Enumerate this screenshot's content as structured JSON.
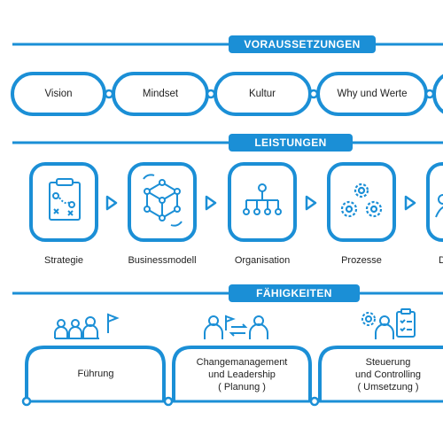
{
  "colors": {
    "primary": "#1b8fd6",
    "text": "#222222",
    "background": "#ffffff"
  },
  "sections": {
    "voraussetzungen": {
      "title": "VORAUSSETZUNGEN",
      "items": [
        "Vision",
        "Mindset",
        "Kultur",
        "Why und Werte"
      ]
    },
    "leistungen": {
      "title": "LEISTUNGEN",
      "items": [
        {
          "label": "Strategie",
          "icon": "clipboard-strategy-icon"
        },
        {
          "label": "Businessmodell",
          "icon": "network-cube-icon"
        },
        {
          "label": "Organisation",
          "icon": "org-chart-icon"
        },
        {
          "label": "Prozesse",
          "icon": "gears-icon"
        },
        {
          "label": "De",
          "icon": "person-icon"
        }
      ]
    },
    "faehigkeiten": {
      "title": "FÄHIGKEITEN",
      "items": [
        {
          "lines": [
            "Führung"
          ],
          "icon": "team-flag-icon"
        },
        {
          "lines": [
            "Changemanagement",
            "und Leadership",
            "( Planung )"
          ],
          "icon": "people-exchange-icon"
        },
        {
          "lines": [
            "Steuerung",
            "und Controlling",
            "( Umsetzung )"
          ],
          "icon": "gear-person-checklist-icon"
        }
      ]
    }
  }
}
